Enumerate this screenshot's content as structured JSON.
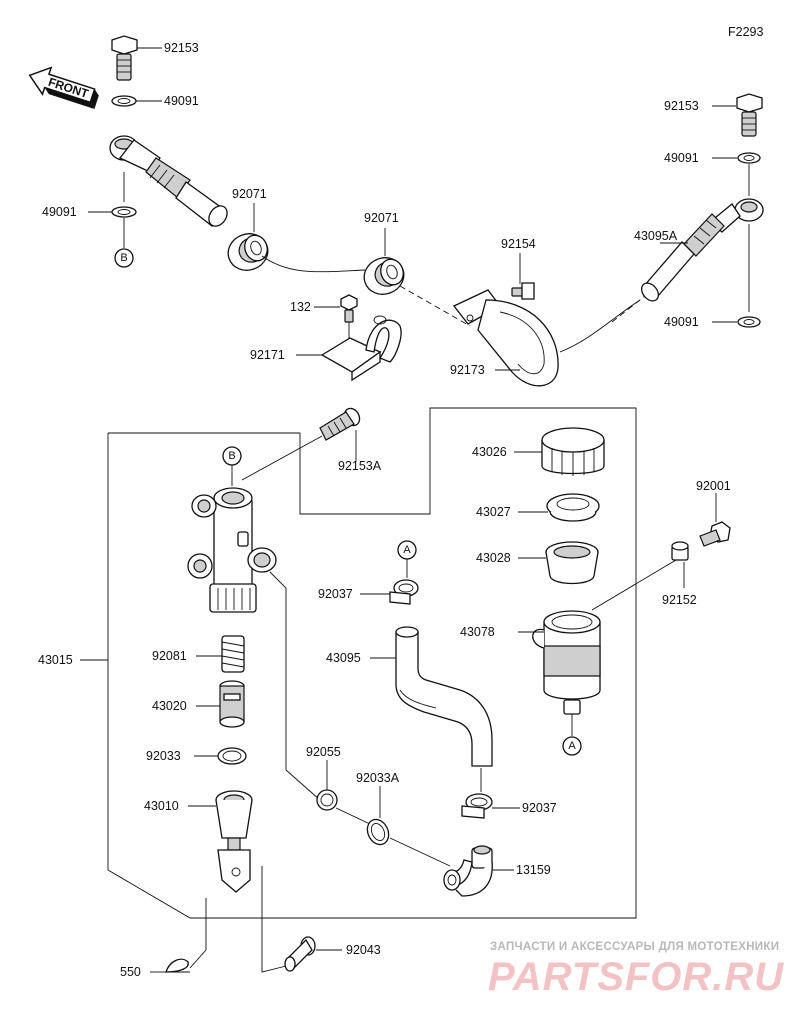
{
  "figure_code": "F2293",
  "front_label": "FRONT",
  "watermark": {
    "tagline": "ЗАПЧАСТИ И АКСЕССУАРЫ ДЛЯ МОТОТЕХНИКИ",
    "brand": "PARTSFOR.RU"
  },
  "refs": {
    "a": "A",
    "b": "B"
  },
  "parts": {
    "p92153_top": "92153",
    "p49091_top": "49091",
    "p49091_left": "49091",
    "p92071_left": "92071",
    "p92071_mid": "92071",
    "p92154": "92154",
    "p43095A": "43095A",
    "p92153_right": "92153",
    "p49091_right_top": "49091",
    "p49091_right_bottom": "49091",
    "p132": "132",
    "p92171": "92171",
    "p92173": "92173",
    "p92153A": "92153A",
    "p43026": "43026",
    "p43027": "43027",
    "p43028": "43028",
    "p92001": "92001",
    "p92152": "92152",
    "p92037_top": "92037",
    "p43095": "43095",
    "p43078": "43078",
    "p43015": "43015",
    "p92081": "92081",
    "p43020": "43020",
    "p92033": "92033",
    "p92055": "92055",
    "p92033A": "92033A",
    "p43010": "43010",
    "p92037_bottom": "92037",
    "p13159": "13159",
    "p550": "550",
    "p92043": "92043"
  }
}
